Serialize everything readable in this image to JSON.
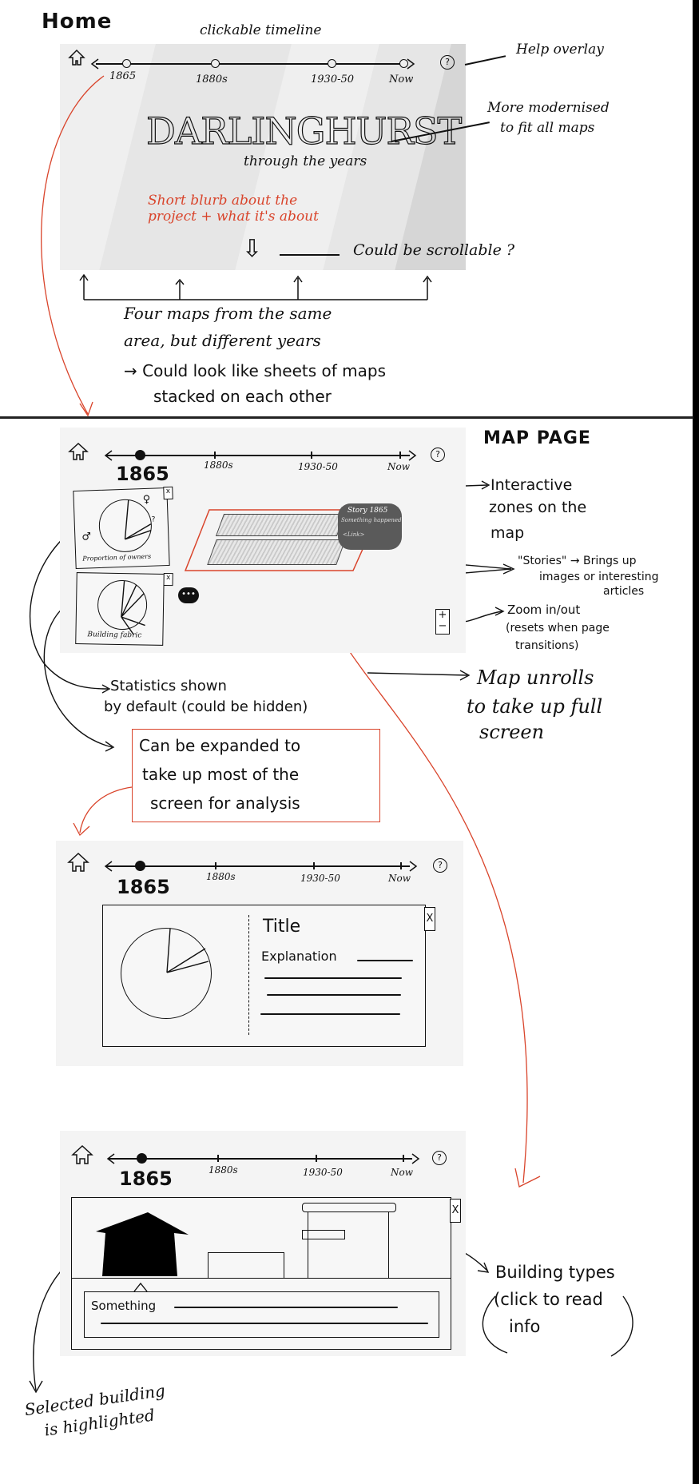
{
  "home": {
    "section_title": "Home",
    "timeline_caption": "clickable timeline",
    "timeline": {
      "labels": [
        "1865",
        "1880s",
        "1930-50",
        "Now"
      ],
      "home_icon": "home-icon",
      "help_icon": "help-circle-icon",
      "help_glyph": "?"
    },
    "title": "DARLINGHURST",
    "subtitle": "through the years",
    "blurb_line1": "Short blurb about the",
    "blurb_line2": "project + what it's about",
    "scroll_arrow_glyph": "⇩",
    "notes": {
      "help": "Help overlay",
      "title_note_line1": "More modernised",
      "title_note_line2": "to fit all maps",
      "scroll_note": "Could be scrollable ?",
      "maps_line1": "Four maps from the same",
      "maps_line2": "area, but different years",
      "maps_line3": "→ Could look like sheets of maps",
      "maps_line4": "stacked on each other"
    }
  },
  "map_page": {
    "section_title": "MAP PAGE",
    "timeline": {
      "labels": [
        "1880s",
        "1930-50",
        "Now"
      ],
      "current_year": "1865",
      "help_glyph": "?"
    },
    "stat_panels": [
      {
        "caption": "Proportion of owners",
        "close": "x",
        "female_symbol": "♀",
        "male_symbol": "♂",
        "unknown": "?"
      },
      {
        "caption": "Building fabric",
        "close": "x"
      }
    ],
    "story_popup": {
      "title": "Story 1865",
      "text": "Something happened",
      "link": "<Link>"
    },
    "speech_glyph": "•••",
    "zoom_plus": "+",
    "zoom_minus": "−",
    "notes": {
      "interactive_line1": "Interactive",
      "interactive_line2": "zones on the",
      "interactive_line3": "map",
      "stories_line1": "\"Stories\" → Brings up",
      "stories_line2": "images or interesting",
      "stories_line3": "articles",
      "zoom_line1": "Zoom in/out",
      "zoom_line2": "(resets when page",
      "zoom_line3": "transitions)",
      "unroll_line1": "Map unrolls",
      "unroll_line2": "to take up full",
      "unroll_line3": "screen",
      "stats_line1": "Statistics shown",
      "stats_line2": "by default (could be hidden)",
      "expand_line1": "Can be expanded to",
      "expand_line2": "take up most of the",
      "expand_line3": "screen for analysis"
    }
  },
  "expanded_page": {
    "timeline": {
      "labels": [
        "1880s",
        "1930-50",
        "Now"
      ],
      "current_year": "1865",
      "help_glyph": "?"
    },
    "panel": {
      "title": "Title",
      "explanation": "Explanation",
      "close": "X"
    }
  },
  "building_page": {
    "timeline": {
      "labels": [
        "1880s",
        "1930-50",
        "Now"
      ],
      "current_year": "1865",
      "help_glyph": "?"
    },
    "panel": {
      "info_text": "Something",
      "close": "X"
    },
    "notes": {
      "types_line1": "Building types",
      "types_line2": "(click to read",
      "types_line3": "info",
      "selected_line1": "Selected building",
      "selected_line2": "is highlighted"
    }
  },
  "colors": {
    "annotation_red": "#d9442b",
    "ink": "#111111",
    "frame_bg": "#f4f4f4",
    "home_stripe": "#d6d6d6",
    "story_bg": "#5a5a5a"
  }
}
